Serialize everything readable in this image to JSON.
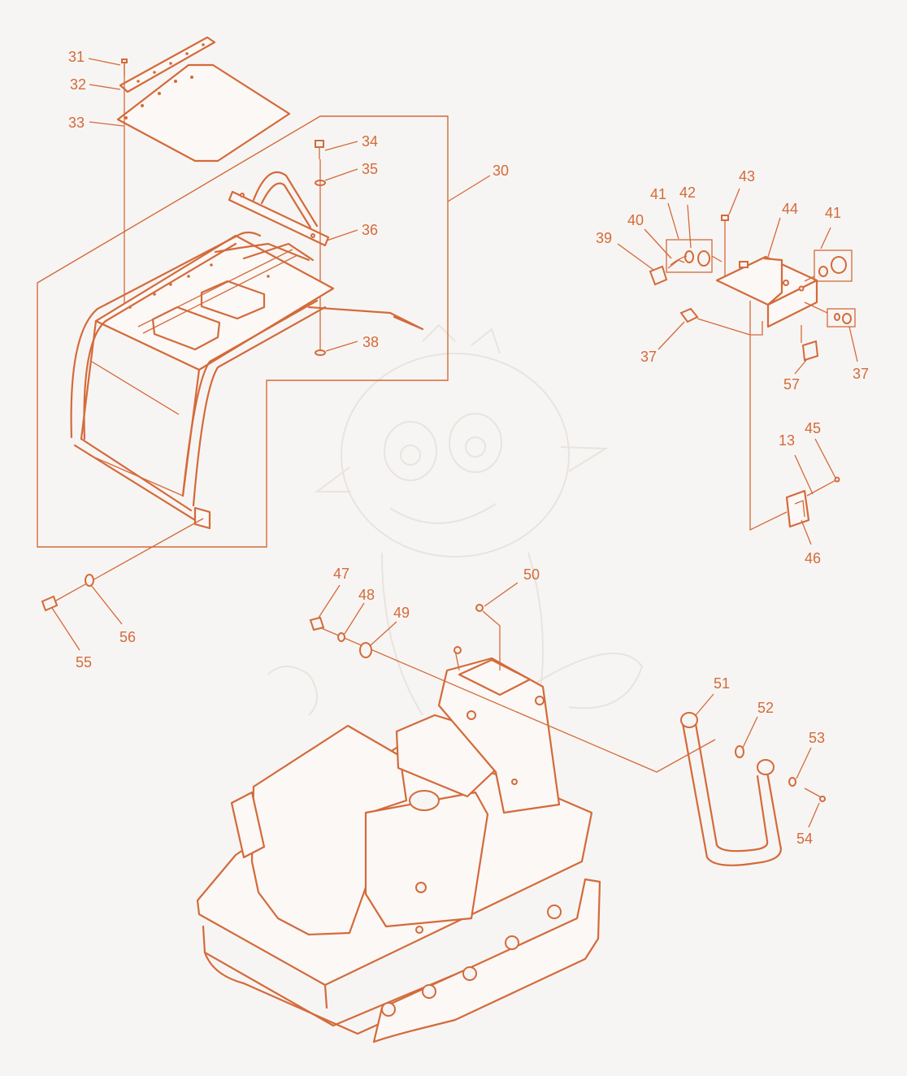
{
  "accent_color": "#d46a3a",
  "background_color": "#f7f5f3",
  "labels": {
    "l31": "31",
    "l32": "32",
    "l33": "33",
    "l34": "34",
    "l35": "35",
    "l36": "36",
    "l30": "30",
    "l38": "38",
    "l43": "43",
    "l41a": "41",
    "l42": "42",
    "l44": "44",
    "l41b": "41",
    "l40": "40",
    "l39": "39",
    "l37a": "37",
    "l37b": "37",
    "l57": "57",
    "l13": "13",
    "l45": "45",
    "l46": "46",
    "l47": "47",
    "l48": "48",
    "l49": "49",
    "l50": "50",
    "l55": "55",
    "l56": "56",
    "l51": "51",
    "l52": "52",
    "l53": "53",
    "l54": "54"
  }
}
